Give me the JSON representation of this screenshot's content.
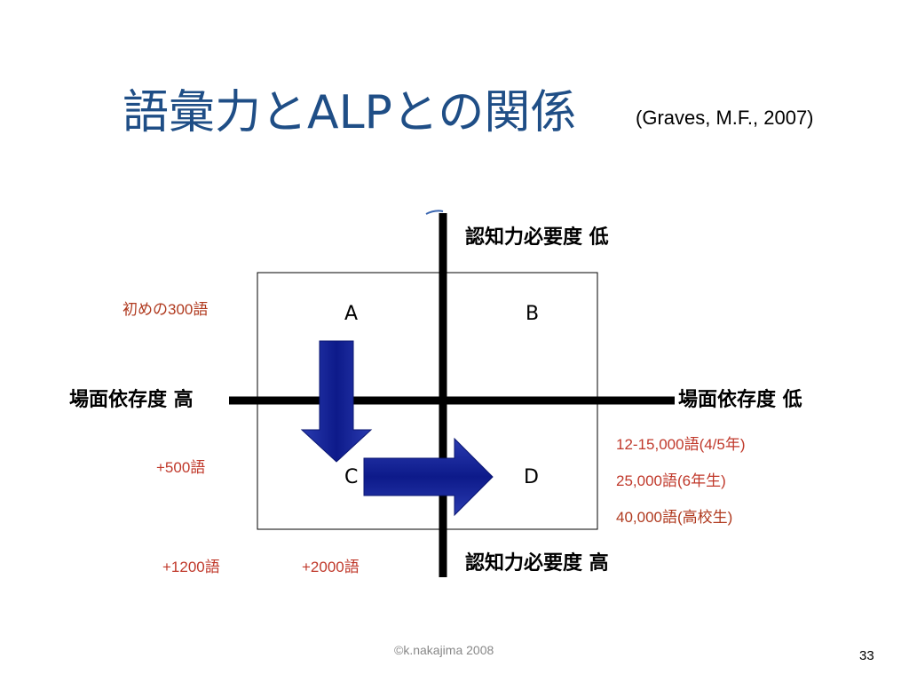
{
  "slide": {
    "title": "語彙力とALPとの関係",
    "citation": "(Graves, M.F., 2007)",
    "copyright": "©k.nakajima 2008",
    "page_number": "33"
  },
  "diagram": {
    "axis_labels": {
      "top": "認知力必要度 低",
      "bottom": "認知力必要度 高",
      "left": "場面依存度 高",
      "right": "場面依存度 低"
    },
    "quadrants": {
      "a": "A",
      "b": "B",
      "c": "C",
      "d": "D"
    },
    "notes": {
      "a": "初めの300語",
      "left_mid": "+500語",
      "bottom_left": "+1200語",
      "bottom_mid": "+2000語",
      "d1": "12-15,000語(4/5年)",
      "d2": "25,000語(6年生)",
      "d3": "40,000語(高校生)"
    },
    "colors": {
      "arrow": "#0f1f8f",
      "title": "#1f4e86",
      "note": "#c0392b"
    }
  }
}
